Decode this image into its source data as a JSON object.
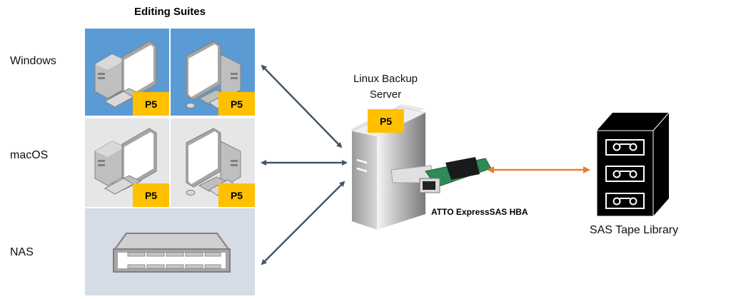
{
  "diagram": {
    "title": "Editing Suites",
    "rows": [
      {
        "label": "Windows",
        "type": "workstation",
        "color": "#5b9bd5",
        "badges": [
          "P5",
          "P5"
        ]
      },
      {
        "label": "macOS",
        "type": "workstation",
        "color": "#e6e6e6",
        "badges": [
          "P5",
          "P5"
        ]
      },
      {
        "label": "NAS",
        "type": "nas",
        "color": "#d6dce5",
        "badges": []
      }
    ],
    "server": {
      "label_line1": "Linux Backup",
      "label_line2": "Server",
      "badge": "P5"
    },
    "hba": {
      "label": "ATTO ExpressSAS HBA"
    },
    "tape_library": {
      "label": "SAS Tape Library"
    },
    "colors": {
      "badge": "#ffc000",
      "network_arrow": "#44546a",
      "sas_arrow": "#ed7d31"
    },
    "connections": [
      {
        "from": "Windows",
        "to": "Linux Backup Server",
        "direction": "bidirectional",
        "icon": "double-arrow"
      },
      {
        "from": "macOS",
        "to": "Linux Backup Server",
        "direction": "bidirectional",
        "icon": "double-arrow"
      },
      {
        "from": "NAS",
        "to": "Linux Backup Server",
        "direction": "bidirectional",
        "icon": "double-arrow"
      },
      {
        "from": "ATTO ExpressSAS HBA",
        "to": "SAS Tape Library",
        "direction": "bidirectional",
        "icon": "double-arrow"
      }
    ]
  }
}
